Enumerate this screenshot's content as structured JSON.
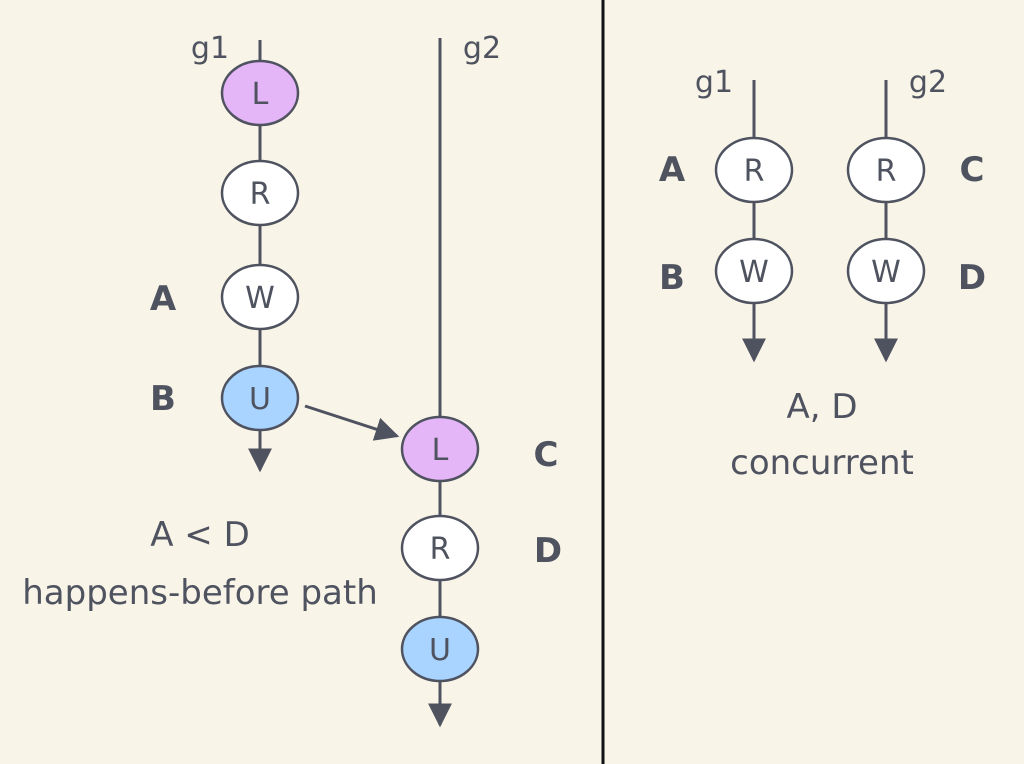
{
  "colors": {
    "background": "#f8f4e8",
    "line": "#4f5360",
    "text": "#4f5360",
    "node_fill": "#ffffff",
    "lock_fill": "#e4b5f7",
    "unlock_fill": "#a8d4ff",
    "divider": "#111111"
  },
  "left_panel": {
    "g1_label": "g1",
    "g2_label": "g2",
    "g1_nodes": [
      "L",
      "R",
      "W",
      "U"
    ],
    "g2_nodes": [
      "L",
      "R",
      "U"
    ],
    "marker_A": "A",
    "marker_B": "B",
    "marker_C": "C",
    "marker_D": "D",
    "caption_line1": "A < D",
    "caption_line2": "happens-before path"
  },
  "right_panel": {
    "g1_label": "g1",
    "g2_label": "g2",
    "g1_nodes": [
      "R",
      "W"
    ],
    "g2_nodes": [
      "R",
      "W"
    ],
    "marker_A": "A",
    "marker_B": "B",
    "marker_C": "C",
    "marker_D": "D",
    "caption_line1": "A, D",
    "caption_line2": "concurrent"
  }
}
